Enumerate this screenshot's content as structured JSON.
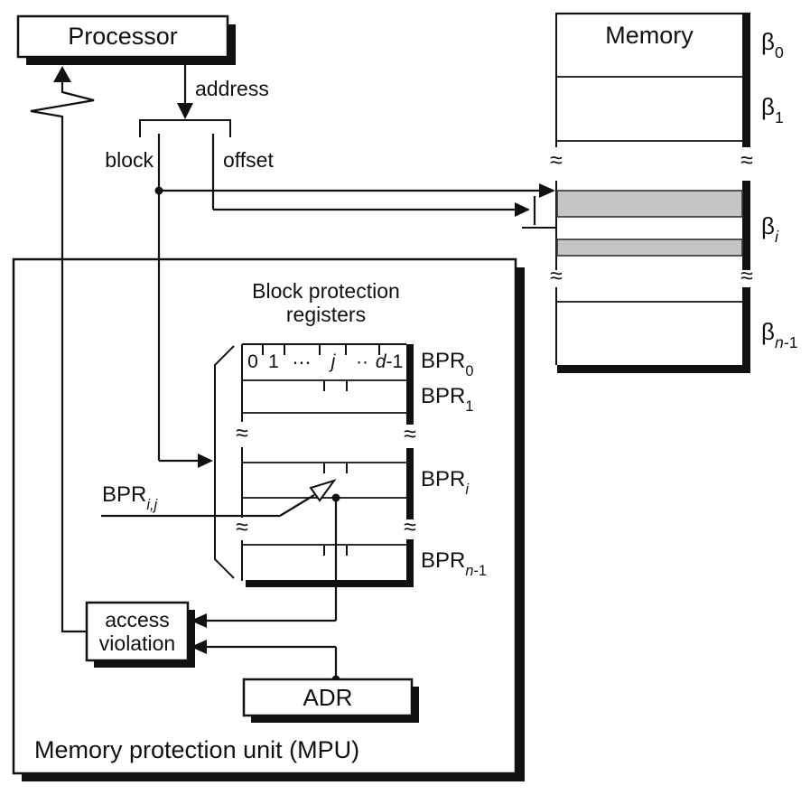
{
  "processor": {
    "label": "Processor"
  },
  "memory": {
    "title": "Memory",
    "block_labels": [
      {
        "base": "β",
        "sub_italic": "",
        "sub_regular": "0"
      },
      {
        "base": "β",
        "sub_italic": "",
        "sub_regular": "1"
      },
      {
        "base": "β",
        "sub_italic": "i",
        "sub_regular": ""
      },
      {
        "base": "β",
        "sub_italic": "n",
        "sub_regular": "-1"
      }
    ]
  },
  "address_split": {
    "address": "address",
    "block": "block",
    "offset": "offset"
  },
  "mpu": {
    "title": "Memory protection unit (MPU)",
    "bpr_title_line1": "Block protection",
    "bpr_title_line2": "registers",
    "bit_index_labels": [
      {
        "italic": "",
        "regular": "0"
      },
      {
        "italic": "",
        "regular": "1"
      },
      {
        "italic": "",
        "regular": "⋯"
      },
      {
        "italic": "j",
        "regular": ""
      },
      {
        "italic": "",
        "regular": "··"
      },
      {
        "italic": "d",
        "regular": "-1"
      }
    ],
    "register_labels": [
      {
        "base": "BPR",
        "sub_italic": "",
        "sub_regular": "0"
      },
      {
        "base": "BPR",
        "sub_italic": "",
        "sub_regular": "1"
      },
      {
        "base": "BPR",
        "sub_italic": "i",
        "sub_regular": ""
      },
      {
        "base": "BPR",
        "sub_italic": "n",
        "sub_regular": "-1"
      }
    ],
    "cell_pointer_label": {
      "base": "BPR",
      "sub_italic": "i,j",
      "sub_regular": ""
    },
    "access_violation": {
      "line1": "access",
      "line2": "violation"
    },
    "adr": {
      "label": "ADR"
    }
  },
  "symbols": {
    "approx": "≈"
  },
  "colors": {
    "line": "#111111",
    "block_fill": "#c5c5c5",
    "background": "#ffffff"
  }
}
